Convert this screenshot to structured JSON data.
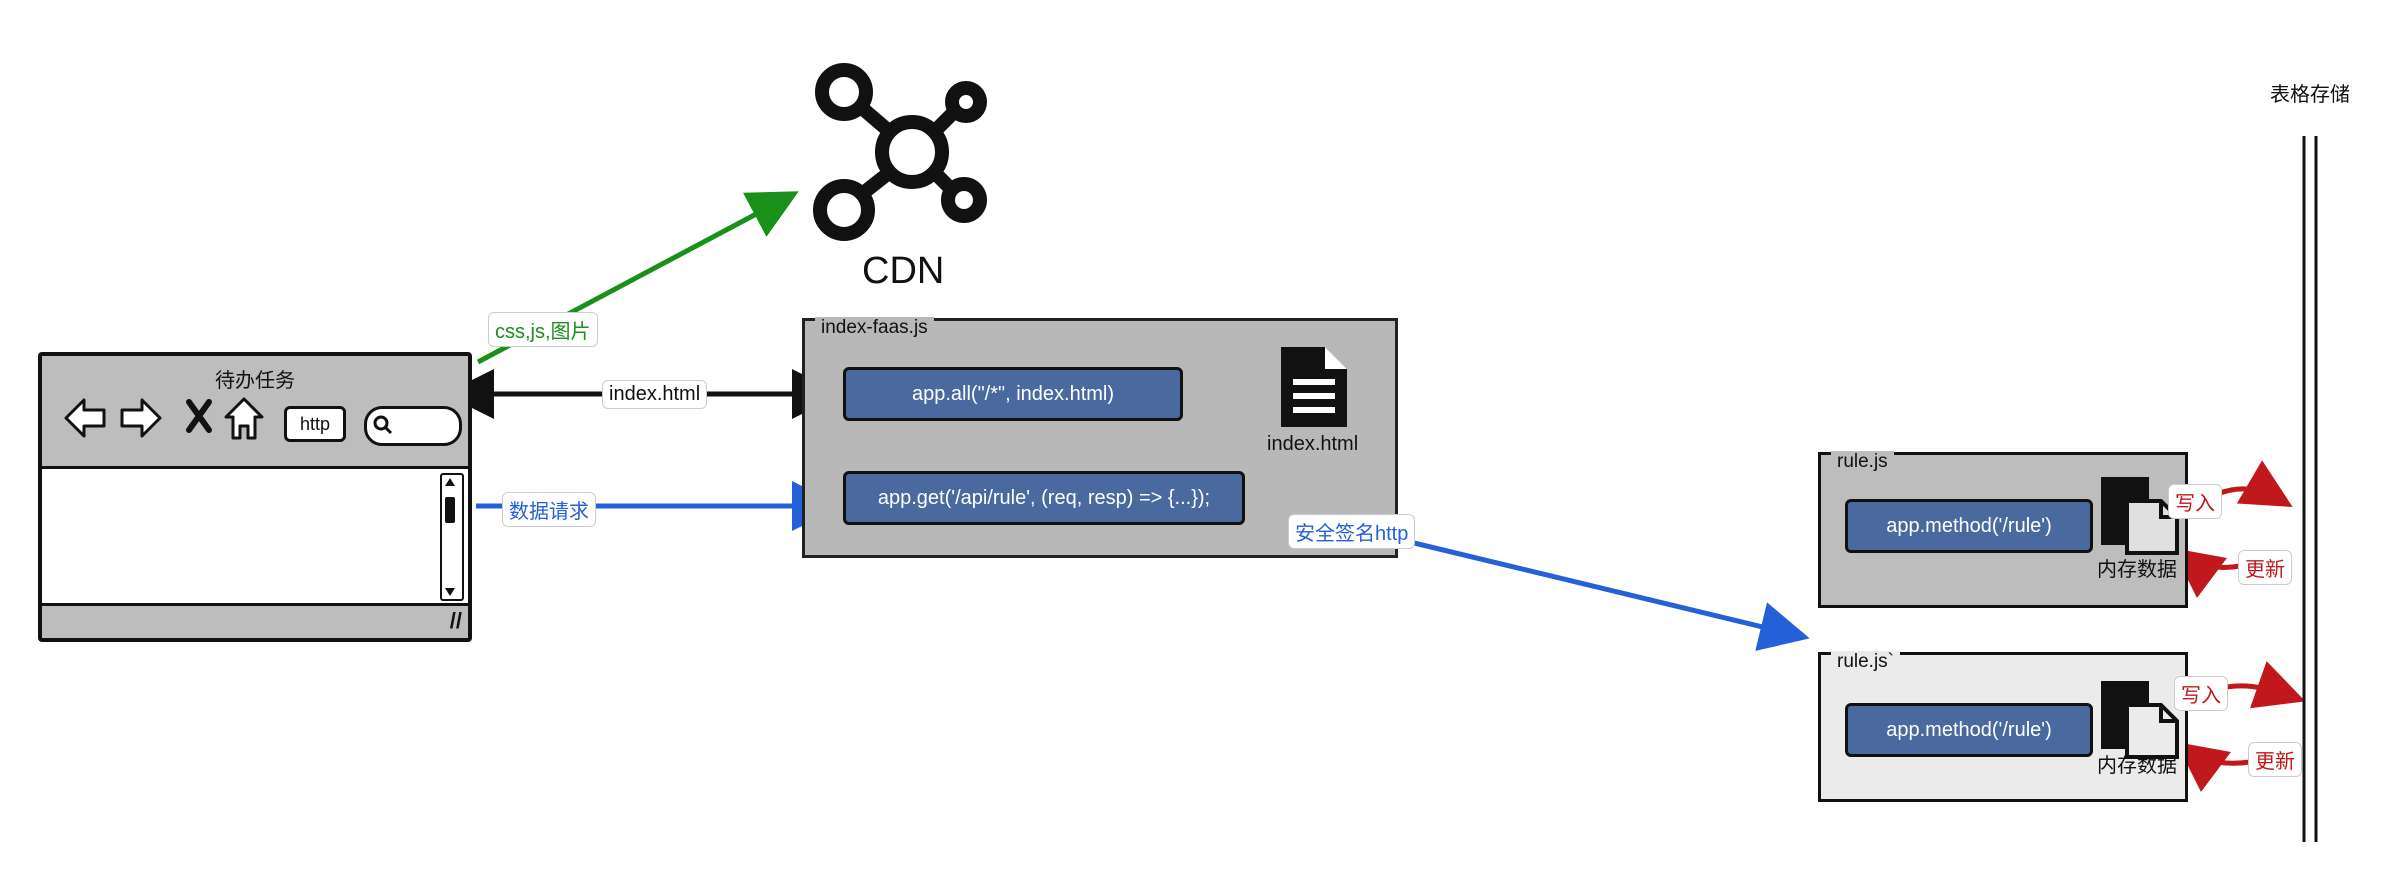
{
  "cdn": {
    "label": "CDN"
  },
  "browser": {
    "title": "待办任务",
    "url_button": "http"
  },
  "faas": {
    "title": "index-faas.js",
    "route_all": "app.all(\"/*\", index.html)",
    "route_api": "app.get('/api/rule', (req, resp) => {...});",
    "doc_label": "index.html"
  },
  "edges": {
    "cdn": "css,js,图片",
    "index": "index.html",
    "data": "数据请求",
    "secure": "安全签名http"
  },
  "rule_panels": [
    {
      "title": "rule.js",
      "method": "app.method('/rule')",
      "memory": "内存数据",
      "write": "写入",
      "update": "更新"
    },
    {
      "title": "rule.js`",
      "method": "app.method('/rule')",
      "memory": "内存数据",
      "write": "写入",
      "update": "更新"
    }
  ],
  "storage": {
    "label": "表格存储"
  },
  "colors": {
    "green": "#1a8f1a",
    "blue": "#2460d8",
    "red": "#c0181c",
    "pill": "#4a6a9f"
  }
}
